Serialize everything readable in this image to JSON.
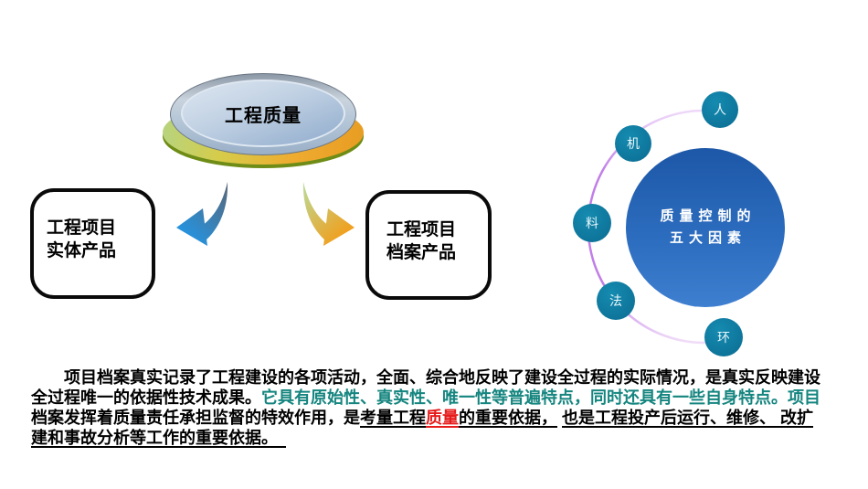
{
  "slide": {
    "disc_label": "工程质量",
    "left_box": {
      "line1": "工程项目",
      "line2": "实体产品"
    },
    "right_box": {
      "line1": "工程项目",
      "line2": "档案产品"
    },
    "diagram": {
      "center": {
        "line1": "质量控制的",
        "line2": "五大因素"
      },
      "factors": [
        {
          "label": "人"
        },
        {
          "label": "机"
        },
        {
          "label": "料"
        },
        {
          "label": "法"
        },
        {
          "label": "环"
        }
      ]
    },
    "paragraph": {
      "lines": [
        {
          "segments": [
            {
              "t": "　　项目档案真实记录了工程建设的各项活动，全面、综合地反映了建设全过程的实际情况，是真实反映建设",
              "c": "black"
            }
          ]
        },
        {
          "segments": [
            {
              "t": "全过程唯一的依据性技术成果。",
              "c": "black"
            },
            {
              "t": "它具有原始性、真实性、唯一性等普遍特点，同时还具有一些自身特点。项目",
              "c": "teal"
            }
          ]
        },
        {
          "segments": [
            {
              "t": "档案发挥着质量责任承担监督的特效作用，是",
              "c": "black"
            },
            {
              "t": "考量工程",
              "c": "black-u"
            },
            {
              "t": "质量",
              "c": "red-u"
            },
            {
              "t": "的重要依据，",
              "c": "black-u"
            },
            {
              "t": " ",
              "c": "black"
            },
            {
              "t": "也是工程投产后运行、维修、 改扩",
              "c": "black-u"
            }
          ]
        },
        {
          "segments": [
            {
              "t": "建和事故分析等工作的重要依据。　",
              "c": "black-u"
            }
          ]
        }
      ]
    },
    "colors": {
      "teal_text": "#15857f",
      "red_text": "#e61c1c",
      "factor_circle": "#0d7096",
      "big_circle_top": "#1d57a7",
      "big_circle_bottom": "#3f7fd0",
      "arc_purple": "#c17ee8",
      "arrow_blue_tail": "#596678",
      "arrow_blue_head": "#2792dc",
      "arrow_green_tail": "#b9dc9c",
      "arrow_orange_head": "#f0a01e",
      "disc_orange": "#eeac30",
      "disc_green": "#b6d480"
    }
  }
}
